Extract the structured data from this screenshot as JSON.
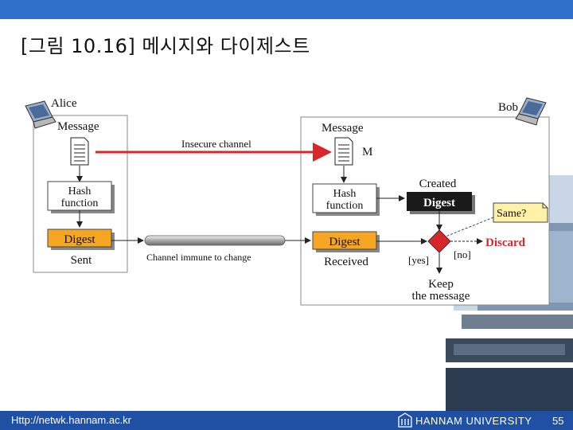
{
  "slide": {
    "title": "[그림 10.16] 메시지와 다이제스트",
    "url": "Http://netwk.hannam.ac.kr",
    "university": "HANNAM UNIVERSITY",
    "page": "55"
  },
  "diagram": {
    "alice": "Alice",
    "bob": "Bob",
    "alice_message": "Message",
    "bob_message": "Message",
    "m_label": "M",
    "insecure_channel": "Insecure channel",
    "hash_line1": "Hash",
    "hash_line2": "function",
    "digest": "Digest",
    "sent": "Sent",
    "channel_immune": "Channel immune to change",
    "received": "Received",
    "created": "Created",
    "same": "Same?",
    "discard": "Discard",
    "yes": "[yes]",
    "no": "[no]",
    "keep_line1": "Keep",
    "keep_line2": "the message"
  },
  "colors": {
    "top_bar": "#2f6fc9",
    "bottom_bar": "#1f50a3",
    "digest_orange": "#f5a623",
    "red_arrow": "#d9262b",
    "decision_red": "#d9262b",
    "same_yellow": "#fff2a8"
  }
}
